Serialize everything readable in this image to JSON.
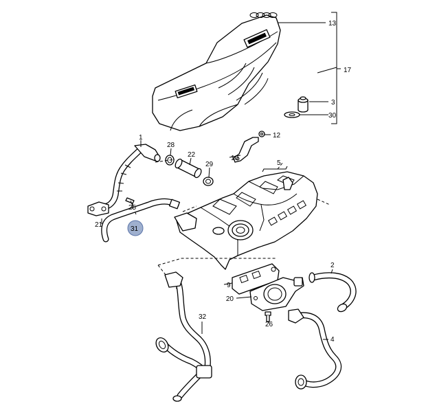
{
  "callouts": {
    "c13": "13",
    "c17": "17",
    "c3": "3",
    "c30": "30",
    "c12": "12",
    "c10": "10",
    "c5": "5",
    "c1": "1",
    "c28": "28",
    "c22": "22",
    "c29": "29",
    "c25": "25",
    "c21": "21",
    "c31": "31",
    "c9": "9",
    "c20": "20",
    "c26": "26",
    "c2": "2",
    "c4": "4",
    "c32": "32"
  },
  "highlighted_callout": "31",
  "colors": {
    "highlight": "#7f95bf",
    "line": "#000000",
    "background": "#ffffff"
  }
}
